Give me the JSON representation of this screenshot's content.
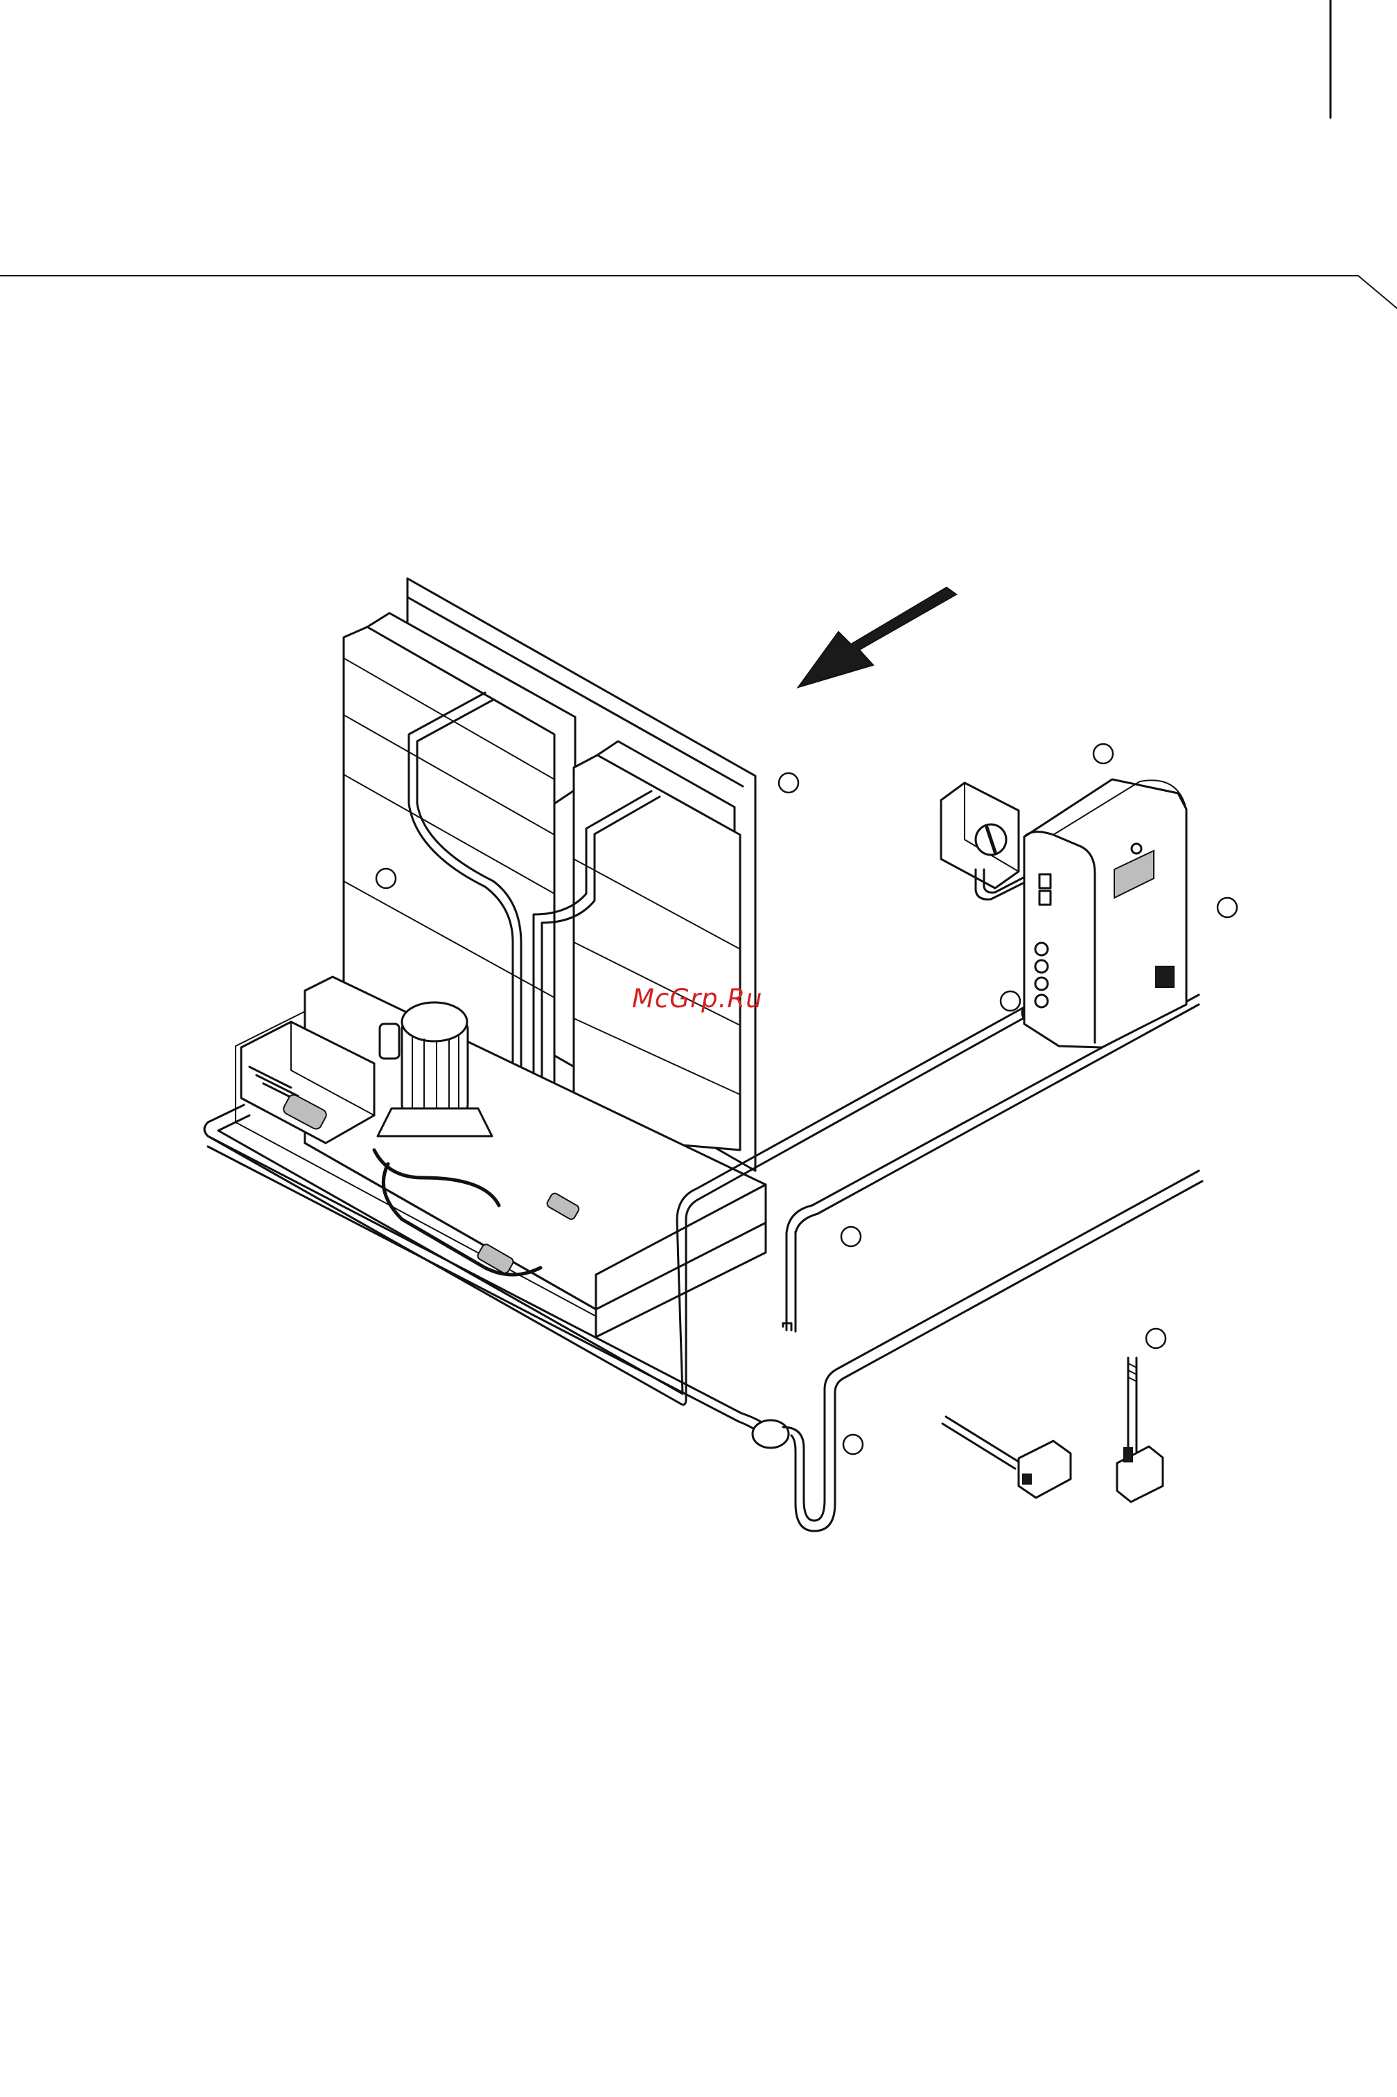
{
  "watermark": {
    "text": "McGrp.Ru",
    "color": "#d42020"
  },
  "diagram": {
    "line_color": "#111111",
    "background": "#ffffff",
    "parts": [
      "media-frame",
      "pump-motor",
      "control-cabinet",
      "disconnect-switch",
      "supply-piping",
      "drain-piping",
      "duct-sensor",
      "room-sensor",
      "airflow-arrow"
    ]
  }
}
